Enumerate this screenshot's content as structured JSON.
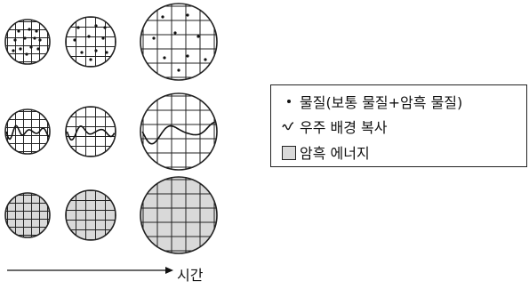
{
  "legend": {
    "matter": "물질(보통 물질+암흑 물질)",
    "cmb": "우주 배경 복사",
    "dark_energy": "암흑 에너지"
  },
  "axis": {
    "time_label": "시간"
  },
  "colors": {
    "dark_energy_fill": "#d9d9d9",
    "line": "#222222"
  },
  "rows": [
    {
      "name": "matter",
      "content": "dots",
      "fill": false
    },
    {
      "name": "cmb",
      "content": "waves",
      "fill": false
    },
    {
      "name": "dark-energy",
      "content": "none",
      "fill": true
    }
  ],
  "stages": [
    1,
    2,
    3
  ]
}
